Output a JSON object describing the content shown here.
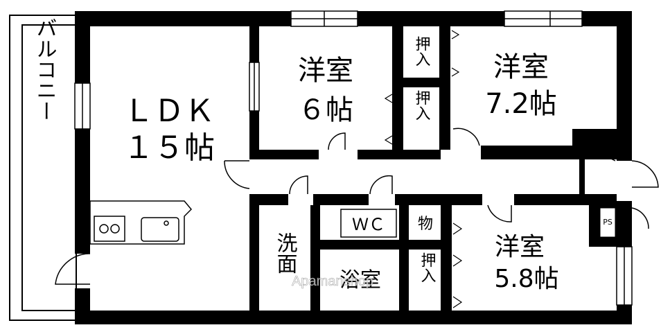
{
  "floorplan": {
    "balcony": "バルコニー",
    "ldk": {
      "name": "ＬＤＫ",
      "size": "１５帖"
    },
    "western_room_1": {
      "name": "洋室",
      "size": "６帖"
    },
    "western_room_2": {
      "name": "洋室",
      "size": "7.2帖"
    },
    "western_room_3": {
      "name": "洋室",
      "size": "5.8帖"
    },
    "closet_label": "押入",
    "storage_label": "物",
    "toilet": "ＷＣ",
    "washroom": "洗面",
    "bathroom": "浴室",
    "pipe_space": "PS"
  },
  "watermark": "Apamanshop"
}
